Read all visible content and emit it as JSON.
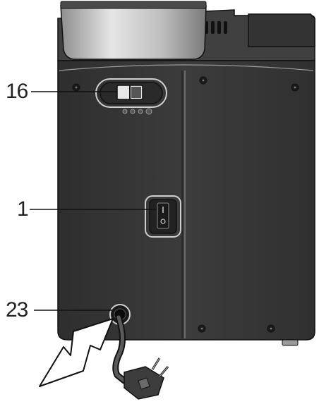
{
  "callouts": {
    "c16": "16",
    "c1": "1",
    "c23": "23"
  },
  "colors": {
    "body_dark": "#3a3a3a",
    "body_mid": "#4a4a4a",
    "tank_silver": "#d0d0d0",
    "outline": "#111111",
    "highlight": "#9a9a9a",
    "arrow_fill": "#ffffff"
  },
  "icons": {
    "power_switch": "rocker-switch-icon",
    "selector_switch": "slide-switch-icon",
    "cable": "power-cable-icon",
    "plug": "schuko-plug-icon",
    "arrow": "pull-direction-arrow-icon"
  }
}
